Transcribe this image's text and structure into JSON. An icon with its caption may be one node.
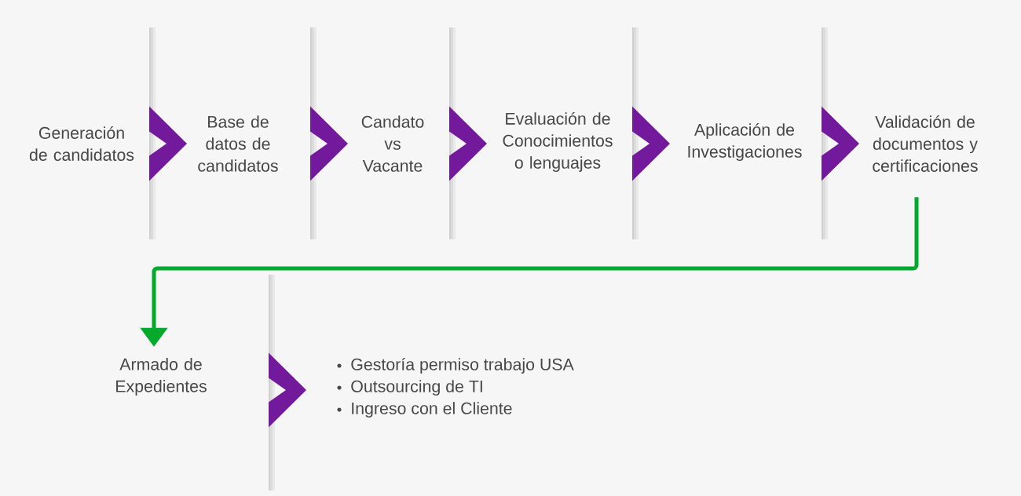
{
  "diagram": {
    "nodes": [
      {
        "text": [
          "Generación de candidatos"
        ]
      },
      {
        "text": [
          "Base de datos de candidatos"
        ]
      },
      {
        "text": [
          "Candato vs Vacante"
        ]
      },
      {
        "text": [
          "Evaluación de Conocimientos o lenguajes"
        ]
      },
      {
        "text": [
          "Aplicación de Investigaciones"
        ]
      },
      {
        "text": [
          "Validación de documentos y certificaciones"
        ]
      },
      {
        "text": [
          "Armado de Expedientes"
        ]
      },
      {
        "text": [
          "Gestoría permiso trabajo USA",
          "Outsourcing de TI",
          "Ingreso con el Cliente"
        ]
      }
    ],
    "edges": [
      {
        "from": 0,
        "to": 1,
        "arrow": "to"
      },
      {
        "from": 1,
        "to": 2,
        "arrow": "to"
      },
      {
        "from": 2,
        "to": 3,
        "arrow": "to"
      },
      {
        "from": 3,
        "to": 4,
        "arrow": "to"
      },
      {
        "from": 4,
        "to": 5,
        "arrow": "to"
      },
      {
        "from": 5,
        "to": 6,
        "arrow": "to",
        "color": "#00aa2a"
      },
      {
        "from": 6,
        "to": 7,
        "arrow": "to"
      }
    ]
  }
}
